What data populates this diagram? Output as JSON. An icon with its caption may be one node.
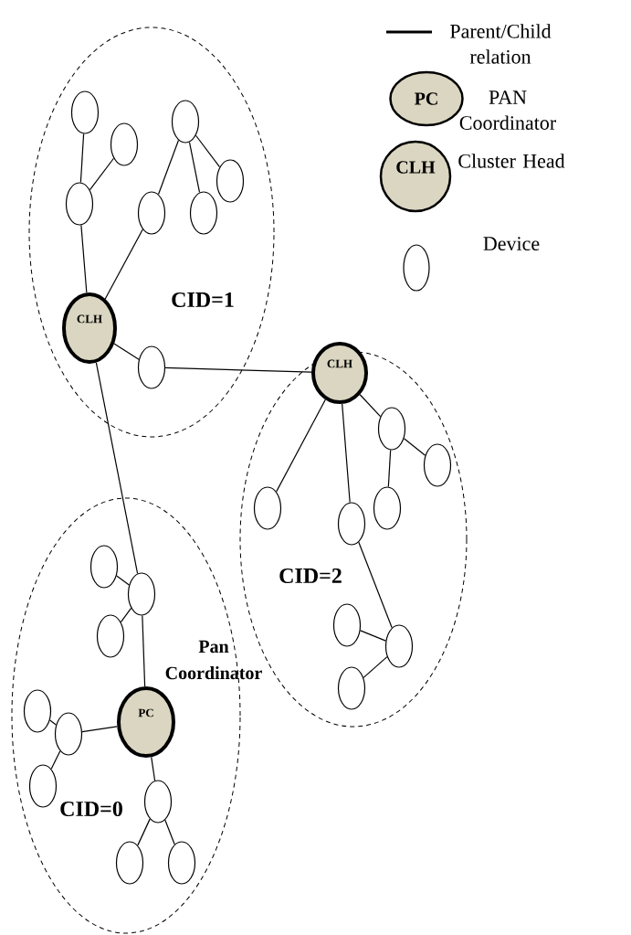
{
  "diagram": {
    "nodes": [
      {
        "text": [
          "CID=1"
        ]
      },
      {
        "text": [],
        "shape": "ellipse",
        "in": 0
      },
      {
        "text": [],
        "shape": "ellipse",
        "in": 0
      },
      {
        "text": [],
        "shape": "ellipse",
        "in": 0
      },
      {
        "text": [],
        "shape": "ellipse",
        "in": 0
      },
      {
        "text": [],
        "shape": "ellipse",
        "in": 0
      },
      {
        "text": [],
        "shape": "ellipse",
        "in": 0
      },
      {
        "text": [],
        "shape": "ellipse",
        "in": 0
      },
      {
        "text": [
          "CLH"
        ],
        "in": 0
      },
      {
        "text": [],
        "shape": "ellipse",
        "in": 0
      },
      {
        "text": [
          "CID=2"
        ]
      },
      {
        "text": [
          "CLH"
        ],
        "in": 10
      },
      {
        "text": [],
        "shape": "ellipse",
        "in": 10
      },
      {
        "text": [],
        "shape": "ellipse",
        "in": 10
      },
      {
        "text": [],
        "shape": "ellipse",
        "in": 10
      },
      {
        "text": [],
        "shape": "ellipse",
        "in": 10
      },
      {
        "text": [],
        "shape": "ellipse",
        "in": 10
      },
      {
        "text": [],
        "shape": "ellipse",
        "in": 10
      },
      {
        "text": [],
        "shape": "ellipse",
        "in": 10
      },
      {
        "text": [],
        "shape": "ellipse",
        "in": 10
      },
      {
        "text": [
          "CID=0"
        ]
      },
      {
        "text": [],
        "shape": "ellipse",
        "in": 20
      },
      {
        "text": [],
        "shape": "ellipse",
        "in": 20
      },
      {
        "text": [],
        "shape": "ellipse",
        "in": 20
      },
      {
        "text": [
          "PC"
        ],
        "beside": [
          "Pan Coordinator"
        ],
        "in": 20
      },
      {
        "text": [],
        "shape": "ellipse",
        "in": 20
      },
      {
        "text": [],
        "shape": "ellipse",
        "in": 20
      },
      {
        "text": [],
        "shape": "ellipse",
        "in": 20
      },
      {
        "text": [],
        "shape": "ellipse",
        "in": 20
      },
      {
        "text": [],
        "shape": "ellipse",
        "in": 20
      },
      {
        "text": [],
        "shape": "ellipse",
        "in": 20
      }
    ],
    "edges": [
      {
        "from": 5,
        "to": 1,
        "arrow": "none"
      },
      {
        "from": 5,
        "to": 3,
        "arrow": "none"
      },
      {
        "from": 8,
        "to": 5,
        "arrow": "none"
      },
      {
        "from": 8,
        "to": 6,
        "arrow": "none"
      },
      {
        "from": 6,
        "to": 2,
        "arrow": "none"
      },
      {
        "from": 2,
        "to": 7,
        "arrow": "none"
      },
      {
        "from": 2,
        "to": 4,
        "arrow": "none"
      },
      {
        "from": 8,
        "to": 9,
        "arrow": "none"
      },
      {
        "from": 9,
        "to": 11,
        "arrow": "none"
      },
      {
        "from": 8,
        "to": 22,
        "arrow": "none"
      },
      {
        "from": 11,
        "to": 14,
        "arrow": "none"
      },
      {
        "from": 11,
        "to": 16,
        "arrow": "none"
      },
      {
        "from": 11,
        "to": 12,
        "arrow": "none"
      },
      {
        "from": 12,
        "to": 13,
        "arrow": "none"
      },
      {
        "from": 12,
        "to": 15,
        "arrow": "none"
      },
      {
        "from": 16,
        "to": 18,
        "arrow": "none"
      },
      {
        "from": 18,
        "to": 17,
        "arrow": "none"
      },
      {
        "from": 18,
        "to": 19,
        "arrow": "none"
      },
      {
        "from": 22,
        "to": 21,
        "arrow": "none"
      },
      {
        "from": 22,
        "to": 23,
        "arrow": "none"
      },
      {
        "from": 22,
        "to": 24,
        "arrow": "none"
      },
      {
        "from": 24,
        "to": 26,
        "arrow": "none"
      },
      {
        "from": 26,
        "to": 25,
        "arrow": "none"
      },
      {
        "from": 26,
        "to": 27,
        "arrow": "none"
      },
      {
        "from": 24,
        "to": 28,
        "arrow": "none"
      },
      {
        "from": 28,
        "to": 29,
        "arrow": "none"
      },
      {
        "from": 28,
        "to": 30,
        "arrow": "none"
      }
    ],
    "labels": [
      "PC",
      "CLH"
    ],
    "legend": [
      {
        "text": "Parent/Child relation"
      },
      {
        "text": "PAN Coordinator"
      },
      {
        "text": "Cluster Head"
      },
      {
        "text": "Device"
      }
    ]
  }
}
